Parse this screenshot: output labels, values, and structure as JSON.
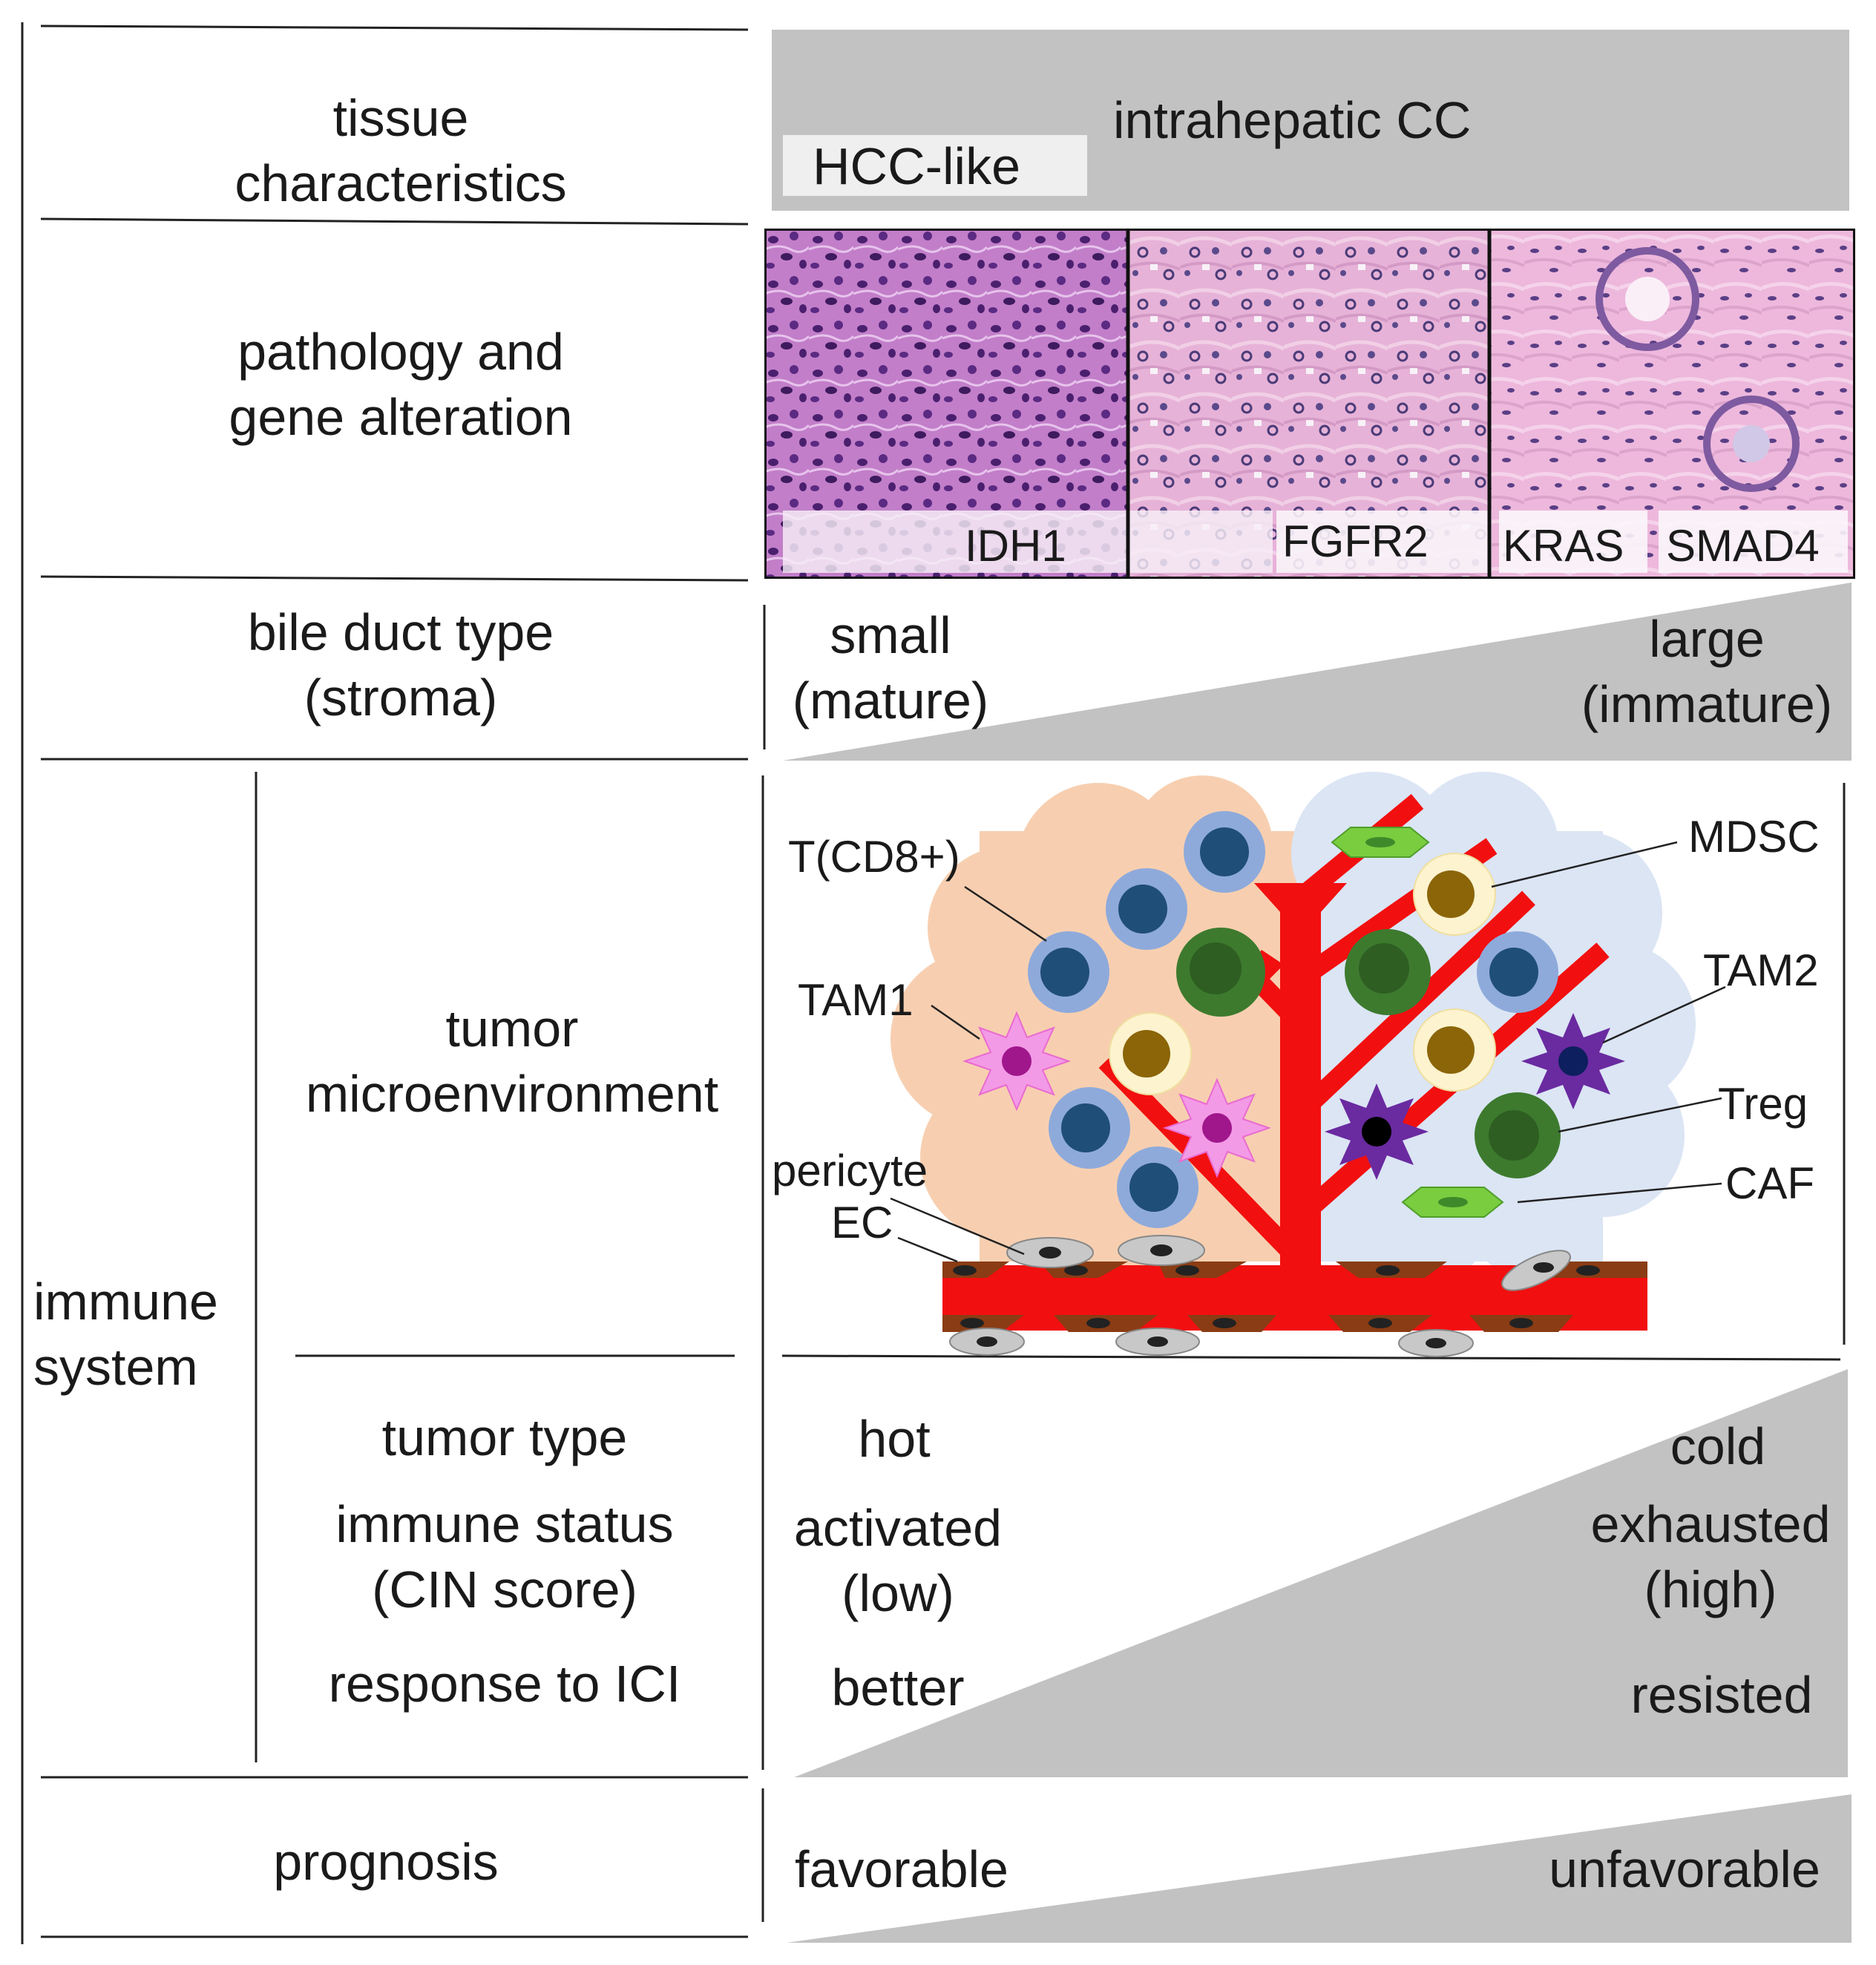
{
  "rows": {
    "tissue": "tissue\ncharacteristics",
    "pathology": "pathology and\ngene alteration",
    "bile": "bile duct type\n(stroma)",
    "immune": "immune\nsystem",
    "tme": "tumor\nmicroenvironment",
    "tumor_type": "tumor type",
    "immune_status": "immune status\n(CIN score)",
    "ici": "response to ICI",
    "prognosis": "prognosis"
  },
  "tissue": {
    "main": "intrahepatic CC",
    "sub": "HCC-like"
  },
  "pathology": {
    "genes": [
      "IDH1",
      "FGFR2",
      "KRAS",
      "SMAD4"
    ]
  },
  "bile": {
    "left": "small\n(mature)",
    "right": "large\n(immature)"
  },
  "tme_labels": {
    "t_cd8": "T(CD8+)",
    "tam1": "TAM1",
    "pericyte": "pericyte",
    "ec": "EC",
    "mdsc": "MDSC",
    "tam2": "TAM2",
    "treg": "Treg",
    "caf": "CAF"
  },
  "gradient": {
    "left": {
      "tumor_type": "hot",
      "status": "activated\n(low)",
      "ici": "better"
    },
    "right": {
      "tumor_type": "cold",
      "status": "exhausted\n(high)",
      "ici": "resisted"
    }
  },
  "prognosis": {
    "left": "favorable",
    "right": "unfavorable"
  },
  "colors": {
    "gray": "#c2c2c2",
    "peach": "#f7cfb0",
    "lightblue": "#dbe5f4",
    "vessel": "#f20f0f",
    "tcell_outer": "#8eaadb",
    "tcell_inner": "#1f4e79",
    "tam_green": "#3d7a2e",
    "mdsc_outer": "#fdf3cf",
    "mdsc_inner": "#8b6508",
    "tam1": "#e96bd0",
    "tam2": "#6a2aa0",
    "caf": "#7acd3f"
  }
}
